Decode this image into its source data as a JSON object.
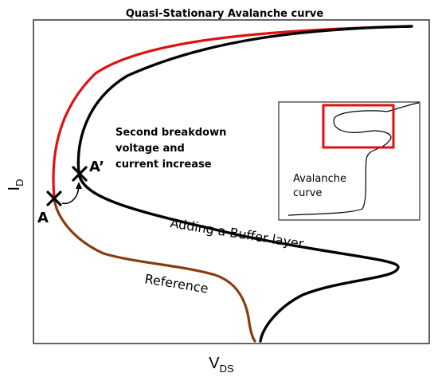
{
  "chart_data": {
    "type": "line",
    "title": "Quasi-Stationary Avalanche curve",
    "xlabel": {
      "main": "V",
      "sub": "DS"
    },
    "ylabel": {
      "main": "I",
      "sub": "D"
    },
    "series": [
      {
        "name": "Adding a Buffer layer",
        "color": "#000000"
      },
      {
        "name": "Reference",
        "color": "#8B3A0F"
      },
      {
        "name": "",
        "color": "#E01010"
      }
    ],
    "points": [
      {
        "label": "A"
      },
      {
        "label": "A’"
      }
    ],
    "annotations": {
      "second_breakdown": [
        "Second breakdown",
        "voltage and",
        "current increase"
      ],
      "buffer_label": "Adding a Buffer layer",
      "reference_label": "Reference"
    },
    "inset": {
      "label_lines": [
        "Avalanche",
        "curve"
      ],
      "highlight_color": "#E01010"
    }
  }
}
